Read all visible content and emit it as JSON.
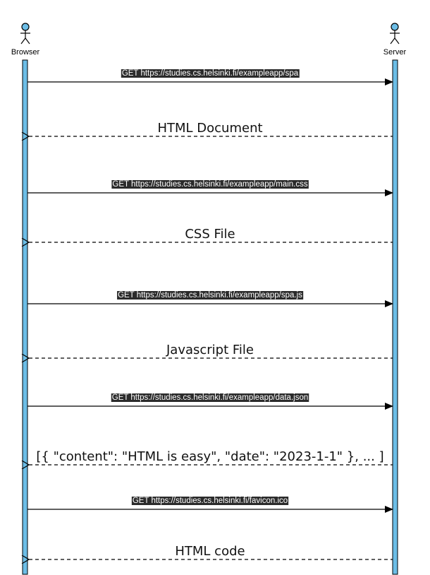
{
  "actors": {
    "browser": "Browser",
    "server": "Server"
  },
  "messages": [
    {
      "kind": "request",
      "label": "GET  https://studies.cs.helsinki.fi/exampleapp/spa"
    },
    {
      "kind": "response",
      "label": "HTML Document"
    },
    {
      "kind": "request",
      "label": "GET  https://studies.cs.helsinki.fi/exampleapp/main.css"
    },
    {
      "kind": "response",
      "label": "CSS File"
    },
    {
      "kind": "request",
      "label": "GET  https://studies.cs.helsinki.fi/exampleapp/spa.js"
    },
    {
      "kind": "response",
      "label": "Javascript File"
    },
    {
      "kind": "request",
      "label": "GET  https://studies.cs.helsinki.fi/exampleapp/data.json"
    },
    {
      "kind": "response",
      "label": "[{ \"content\": \"HTML is easy\", \"date\": \"2023-1-1\" }, ... ]"
    },
    {
      "kind": "request",
      "label": "GET  https://studies.cs.helsinki.fi/favicon.ico"
    },
    {
      "kind": "response",
      "label": "HTML code"
    }
  ],
  "colors": {
    "lifeline": "#6cbde6",
    "request_label_bg": "#2b2b2b"
  }
}
